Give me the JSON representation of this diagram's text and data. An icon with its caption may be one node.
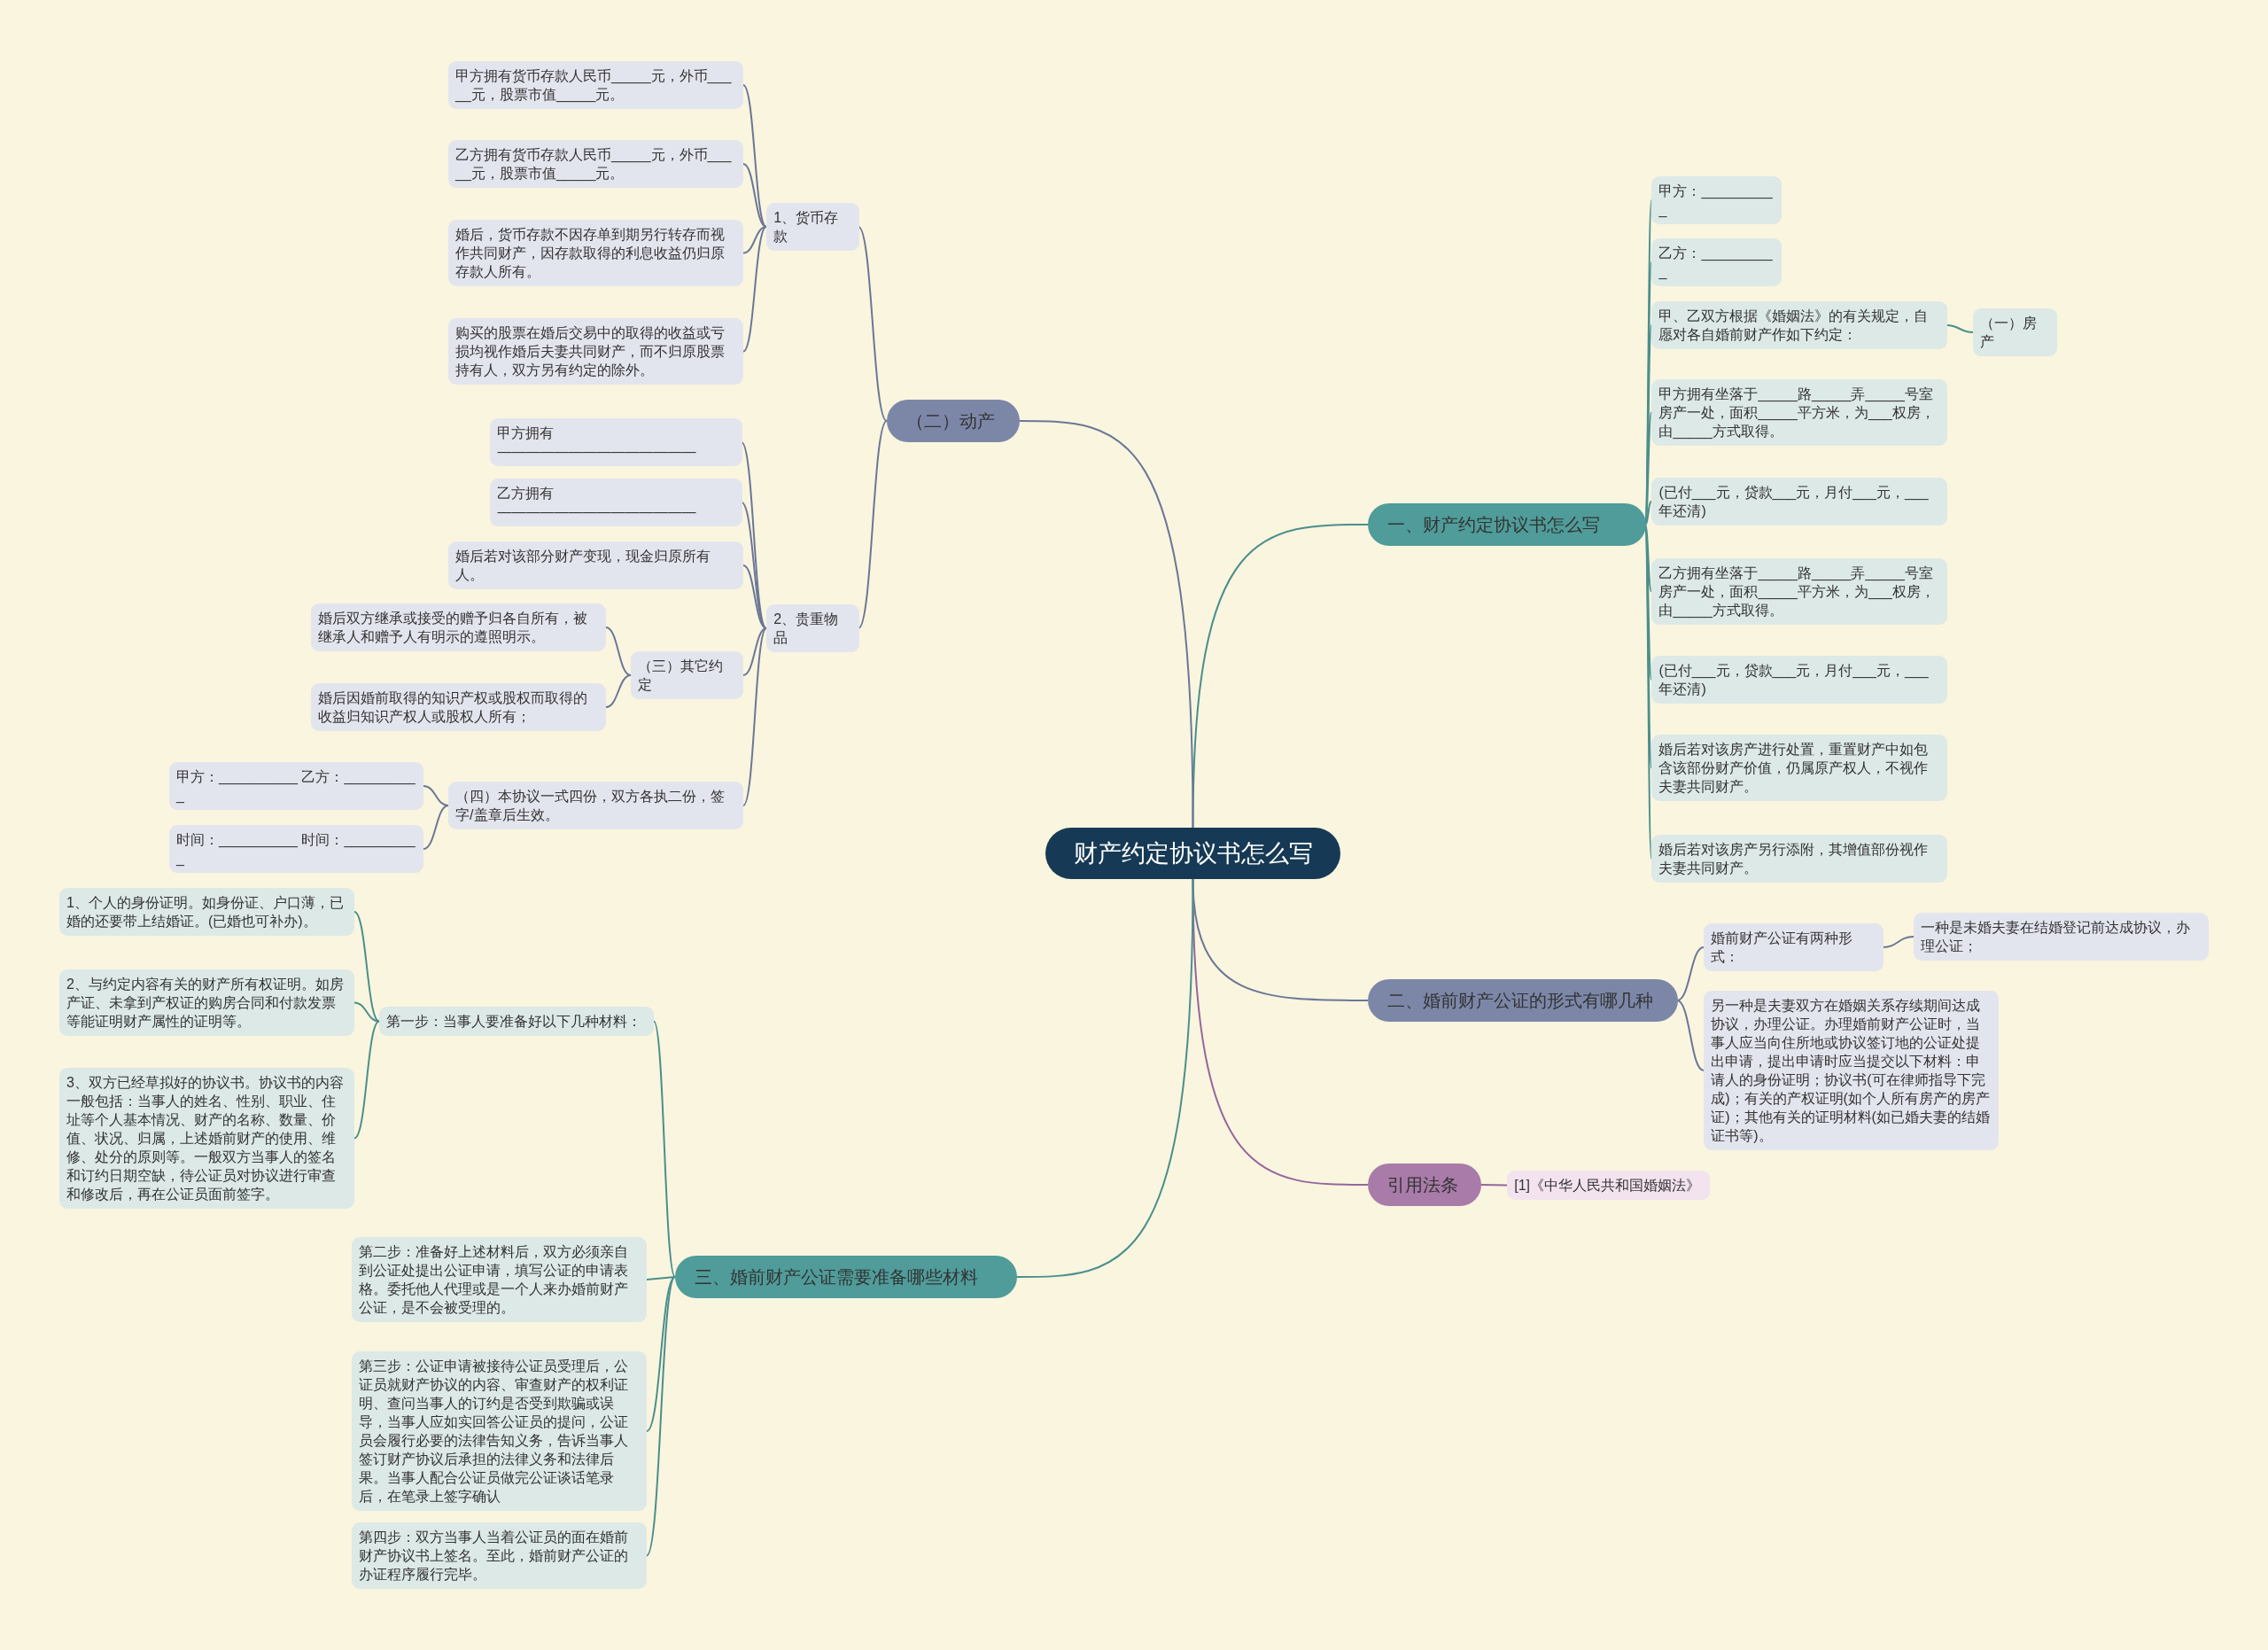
{
  "diagram": {
    "nodes": [
      {
        "text": [
          "财产约定协议书怎么写"
        ]
      },
      {
        "text": [
          "一、财产约定协议书怎么写"
        ]
      },
      {
        "text": [
          "甲方：__________"
        ]
      },
      {
        "text": [
          "乙方：__________"
        ]
      },
      {
        "text": [
          "甲、乙双方根据《婚姻法》的有关规定，自愿对各自婚前财产作如下约定："
        ]
      },
      {
        "text": [
          "（一）房产"
        ]
      },
      {
        "text": [
          "甲方拥有坐落于_____路_____弄_____号室房产一处，面积_____平方米，为___权房，由_____方式取得。"
        ]
      },
      {
        "text": [
          "(已付___元，贷款___元，月付___元，___年还清)"
        ]
      },
      {
        "text": [
          "乙方拥有坐落于_____路_____弄_____号室房产一处，面积_____平方米，为___权房，由_____方式取得。"
        ]
      },
      {
        "text": [
          "(已付___元，贷款___元，月付___元，___年还清)"
        ]
      },
      {
        "text": [
          "婚后若对该房产进行处置，重置财产中如包含该部份财产价值，仍属原产权人，不视作夫妻共同财产。"
        ]
      },
      {
        "text": [
          "婚后若对该房产另行添附，其增值部份视作夫妻共同财产。"
        ]
      },
      {
        "text": [
          "二、婚前财产公证的形式有哪几种"
        ]
      },
      {
        "text": [
          "婚前财产公证有两种形式："
        ]
      },
      {
        "text": [
          "一种是未婚夫妻在结婚登记前达成协议，办理公证；"
        ]
      },
      {
        "text": [
          "另一种是夫妻双方在婚姻关系存续期间达成协议，办理公证。办理婚前财产公证时，当事人应当向住所地或协议签订地的公证处提出申请，提出申请时应当提交以下材料：申请人的身份证明；协议书(可在律师指导下完成)；有关的产权证明(如个人所有房产的房产证)；其他有关的证明材料(如已婚夫妻的结婚证书等)。"
        ]
      },
      {
        "text": [
          "引用法条"
        ]
      },
      {
        "text": [
          "[1]《中华人民共和国婚姻法》"
        ]
      },
      {
        "text": [
          "（二）动产"
        ]
      },
      {
        "text": [
          "1、货币存款"
        ]
      },
      {
        "text": [
          "甲方拥有货币存款人民币_____元，外币_____元，股票市值_____元。"
        ]
      },
      {
        "text": [
          "乙方拥有货币存款人民币_____元，外币_____元，股票市值_____元。"
        ]
      },
      {
        "text": [
          "婚后，货币存款不因存单到期另行转存而视作共同财产，因存款取得的利息收益仍归原存款人所有。"
        ]
      },
      {
        "text": [
          "购买的股票在婚后交易中的取得的收益或亏损均视作婚后夫妻共同财产，而不归原股票持有人，双方另有约定的除外。"
        ]
      },
      {
        "text": [
          "2、贵重物品"
        ]
      },
      {
        "text": [
          "甲方拥有——————————————"
        ]
      },
      {
        "text": [
          "乙方拥有——————————————"
        ]
      },
      {
        "text": [
          "婚后若对该部分财产变现，现金归原所有人。"
        ]
      },
      {
        "text": [
          "（三）其它约定"
        ]
      },
      {
        "text": [
          "婚后双方继承或接受的赠予归各自所有，被继承人和赠予人有明示的遵照明示。"
        ]
      },
      {
        "text": [
          "婚后因婚前取得的知识产权或股权而取得的收益归知识产权人或股权人所有；"
        ]
      },
      {
        "text": [
          "（四）本协议一式四份，双方各执二份，签字/盖章后生效。"
        ]
      },
      {
        "text": [
          "甲方：__________ 乙方：__________"
        ]
      },
      {
        "text": [
          "时间：__________ 时间：__________"
        ]
      },
      {
        "text": [
          "三、婚前财产公证需要准备哪些材料"
        ]
      },
      {
        "text": [
          "第一步：当事人要准备好以下几种材料："
        ]
      },
      {
        "text": [
          "1、个人的身份证明。如身份证、户口薄，已婚的还要带上结婚证。(已婚也可补办)。"
        ]
      },
      {
        "text": [
          "2、与约定内容有关的财产所有权证明。如房产证、未拿到产权证的购房合同和付款发票等能证明财产属性的证明等。"
        ]
      },
      {
        "text": [
          "3、双方已经草拟好的协议书。协议书的内容一般包括：当事人的姓名、性别、职业、住址等个人基本情况、财产的名称、数量、价值、状况、归属，上述婚前财产的使用、维修、处分的原则等。一般双方当事人的签名和订约日期空缺，待公证员对协议进行审查和修改后，再在公证员面前签字。"
        ]
      },
      {
        "text": [
          "第二步：准备好上述材料后，双方必须亲自到公证处提出公证申请，填写公证的申请表格。委托他人代理或是一个人来办婚前财产公证，是不会被受理的。"
        ]
      },
      {
        "text": [
          "第三步：公证申请被接待公证员受理后，公证员就财产协议的内容、审查财产的权利证明、查问当事人的订约是否受到欺骗或误导，当事人应如实回答公证员的提问，公证员会履行必要的法律告知义务，告诉当事人签订财产协议后承担的法律义务和法律后果。当事人配合公证员做完公证谈话笔录后，在笔录上签字确认"
        ]
      },
      {
        "text": [
          "第四步：双方当事人当着公证员的面在婚前财产协议书上签名。至此，婚前财产公证的办证程序履行完毕。"
        ]
      }
    ],
    "edges": [
      {
        "from": 0,
        "to": 1,
        "arrow": "none",
        "color": "#4a8f8c"
      },
      {
        "from": 1,
        "to": 2,
        "arrow": "none",
        "color": "#4a8f8c"
      },
      {
        "from": 1,
        "to": 3,
        "arrow": "none",
        "color": "#4a8f8c"
      },
      {
        "from": 1,
        "to": 4,
        "arrow": "none",
        "color": "#4a8f8c"
      },
      {
        "from": 4,
        "to": 5,
        "arrow": "none",
        "color": "#4a8f8c"
      },
      {
        "from": 1,
        "to": 6,
        "arrow": "none",
        "color": "#4a8f8c"
      },
      {
        "from": 1,
        "to": 7,
        "arrow": "none",
        "color": "#4a8f8c"
      },
      {
        "from": 1,
        "to": 8,
        "arrow": "none",
        "color": "#4a8f8c"
      },
      {
        "from": 1,
        "to": 9,
        "arrow": "none",
        "color": "#4a8f8c"
      },
      {
        "from": 1,
        "to": 10,
        "arrow": "none",
        "color": "#4a8f8c"
      },
      {
        "from": 1,
        "to": 11,
        "arrow": "none",
        "color": "#4a8f8c"
      },
      {
        "from": 0,
        "to": 12,
        "arrow": "none"
      },
      {
        "from": 12,
        "to": 13,
        "arrow": "none"
      },
      {
        "from": 13,
        "to": 14,
        "arrow": "none"
      },
      {
        "from": 12,
        "to": 15,
        "arrow": "none"
      },
      {
        "from": 0,
        "to": 16,
        "arrow": "none",
        "color": "#95679b"
      },
      {
        "from": 16,
        "to": 17,
        "arrow": "none",
        "color": "#95679b"
      },
      {
        "from": 0,
        "to": 18,
        "arrow": "none"
      },
      {
        "from": 18,
        "to": 19,
        "arrow": "none"
      },
      {
        "from": 19,
        "to": 20,
        "arrow": "none"
      },
      {
        "from": 19,
        "to": 21,
        "arrow": "none"
      },
      {
        "from": 19,
        "to": 22,
        "arrow": "none"
      },
      {
        "from": 19,
        "to": 23,
        "arrow": "none"
      },
      {
        "from": 18,
        "to": 24,
        "arrow": "none"
      },
      {
        "from": 24,
        "to": 25,
        "arrow": "none"
      },
      {
        "from": 24,
        "to": 26,
        "arrow": "none"
      },
      {
        "from": 24,
        "to": 27,
        "arrow": "none"
      },
      {
        "from": 24,
        "to": 28,
        "arrow": "none"
      },
      {
        "from": 28,
        "to": 29,
        "arrow": "none"
      },
      {
        "from": 28,
        "to": 30,
        "arrow": "none"
      },
      {
        "from": 24,
        "to": 31,
        "arrow": "none"
      },
      {
        "from": 31,
        "to": 32,
        "arrow": "none"
      },
      {
        "from": 31,
        "to": 33,
        "arrow": "none"
      },
      {
        "from": 0,
        "to": 34,
        "arrow": "none",
        "color": "#4a8f8c"
      },
      {
        "from": 34,
        "to": 35,
        "arrow": "none",
        "color": "#4a8f8c"
      },
      {
        "from": 35,
        "to": 36,
        "arrow": "none",
        "color": "#4a8f8c"
      },
      {
        "from": 35,
        "to": 37,
        "arrow": "none",
        "color": "#4a8f8c"
      },
      {
        "from": 35,
        "to": 38,
        "arrow": "none",
        "color": "#4a8f8c"
      },
      {
        "from": 34,
        "to": 39,
        "arrow": "none",
        "color": "#4a8f8c"
      },
      {
        "from": 34,
        "to": 40,
        "arrow": "none",
        "color": "#4a8f8c"
      },
      {
        "from": 34,
        "to": 41,
        "arrow": "none",
        "color": "#4a8f8c"
      }
    ]
  }
}
